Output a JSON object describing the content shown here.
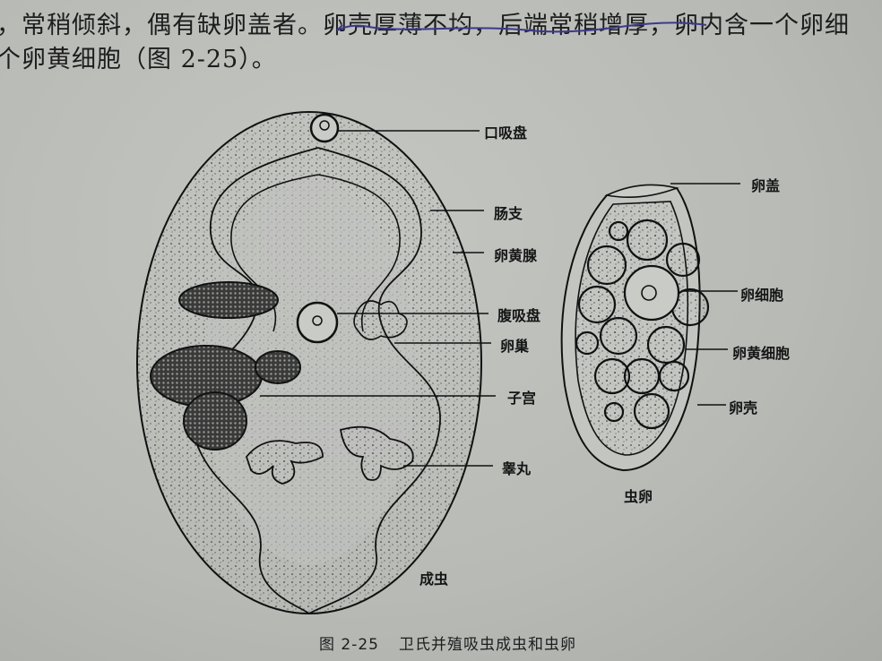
{
  "text": {
    "line1": "，常稍倾斜，偶有缺卵盖者。卵壳厚薄不均，后端常稍增厚，卵内含一个卵细",
    "line2": "个卵黄细胞（图 2-25）。",
    "underlined_span": "卵壳厚薄不均，后端常稍增厚，"
  },
  "figure": {
    "adult_labels": {
      "oral_sucker": "口吸盘",
      "intestinal_branch": "肠支",
      "vitelline_gland": "卵黄腺",
      "ventral_sucker": "腹吸盘",
      "ovary": "卵巢",
      "uterus": "子宫",
      "testis": "睾丸"
    },
    "egg_labels": {
      "operculum": "卵盖",
      "egg_cell": "卵细胞",
      "vitelline_cell": "卵黄细胞",
      "egg_shell": "卵壳"
    },
    "adult_title": "成虫",
    "egg_title": "虫卵",
    "caption_number": "图 2-25",
    "caption_text": "卫氏并殖吸虫成虫和虫卵"
  },
  "colors": {
    "paper": "#b9bbb8",
    "ink": "#1a1a1a",
    "pen": "#3a3a8c"
  }
}
